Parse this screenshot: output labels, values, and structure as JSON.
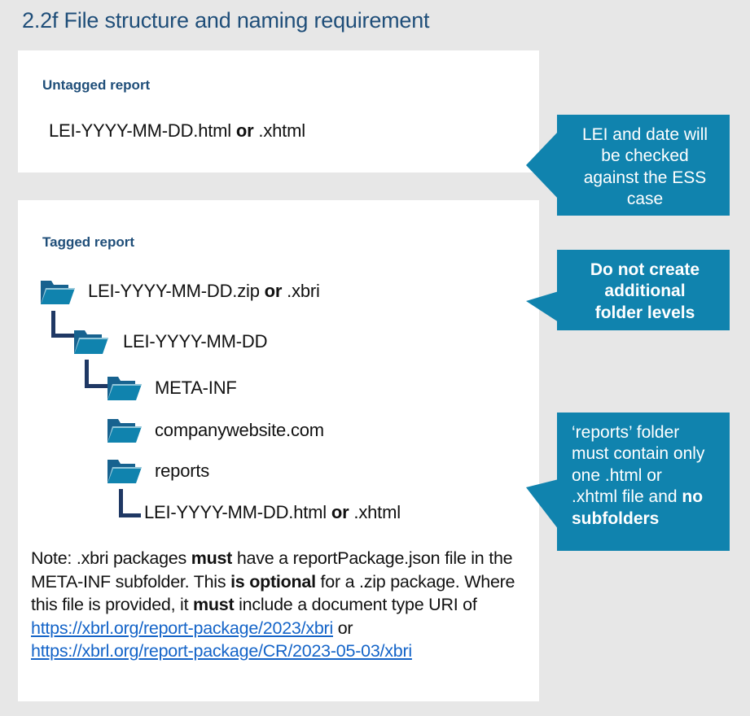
{
  "title": "2.2f File structure and naming requirement",
  "theme": {
    "page_background": "#e7e7e7",
    "panel_background": "#ffffff",
    "title_color": "#1f4e79",
    "heading_color": "#1f4e79",
    "callout_background": "#1083ae",
    "callout_text_color": "#ffffff",
    "folder_back_color": "#17628f",
    "folder_front_color": "#1083ae",
    "tree_line_color": "#1f3864",
    "link_color": "#1464c8",
    "body_text_color": "#111111"
  },
  "untagged_section": {
    "heading": "Untagged report",
    "filename": {
      "prefix": "LEI-YYYY-MM-DD.html ",
      "emphasis": "or",
      "suffix": " .xhtml"
    }
  },
  "tagged_section": {
    "heading": "Tagged report",
    "tree": [
      {
        "id": "root-zip",
        "icon": "folder-icon",
        "label_prefix": "LEI-YYYY-MM-DD.zip ",
        "label_emphasis": "or",
        "label_suffix": " .xbri",
        "depth": 0
      },
      {
        "id": "lei-folder",
        "icon": "folder-icon",
        "label_prefix": "LEI-YYYY-MM-DD",
        "label_emphasis": "",
        "label_suffix": "",
        "depth": 1
      },
      {
        "id": "meta-inf",
        "icon": "folder-icon",
        "label_prefix": "META-INF",
        "label_emphasis": "",
        "label_suffix": "",
        "depth": 2
      },
      {
        "id": "companywebsite",
        "icon": "folder-icon",
        "label_prefix": "companywebsite.com",
        "label_emphasis": "",
        "label_suffix": "",
        "depth": 2
      },
      {
        "id": "reports",
        "icon": "folder-icon",
        "label_prefix": "reports",
        "label_emphasis": "",
        "label_suffix": "",
        "depth": 2
      },
      {
        "id": "report-file",
        "icon": "none",
        "label_prefix": "LEI-YYYY-MM-DD.html ",
        "label_emphasis": "or",
        "label_suffix": " .xhtml",
        "depth": 3
      }
    ]
  },
  "callouts": [
    {
      "id": "callout-lei-date",
      "align": "center",
      "bold": false,
      "lines": [
        "LEI and date will",
        "be checked",
        "against the ESS",
        "case"
      ]
    },
    {
      "id": "callout-no-extra-folders",
      "align": "center",
      "bold": true,
      "lines": [
        "Do not create",
        "additional",
        "folder levels"
      ]
    },
    {
      "id": "callout-reports-folder",
      "align": "left",
      "bold": false,
      "line1": "‘reports’ folder",
      "line2": "must contain only",
      "line3": "one .html or",
      "line4_prefix": ".xhtml file and ",
      "line4_bold": "no",
      "line5_bold": "subfolders"
    }
  ],
  "note": {
    "seg1": "Note: .xbri packages ",
    "b1": "must",
    "seg2": " have a reportPackage.json file in the META-INF subfolder. This ",
    "b2": "is optional",
    "seg3": " for a .zip package.  Where this file is provided, it ",
    "b3": "must",
    "seg4": " include a document type URI of ",
    "link1": "https://xbrl.org/report-package/2023/xbri",
    "seg5": " or ",
    "link2": "https://xbrl.org/report-package/CR/2023-05-03/xbri"
  }
}
